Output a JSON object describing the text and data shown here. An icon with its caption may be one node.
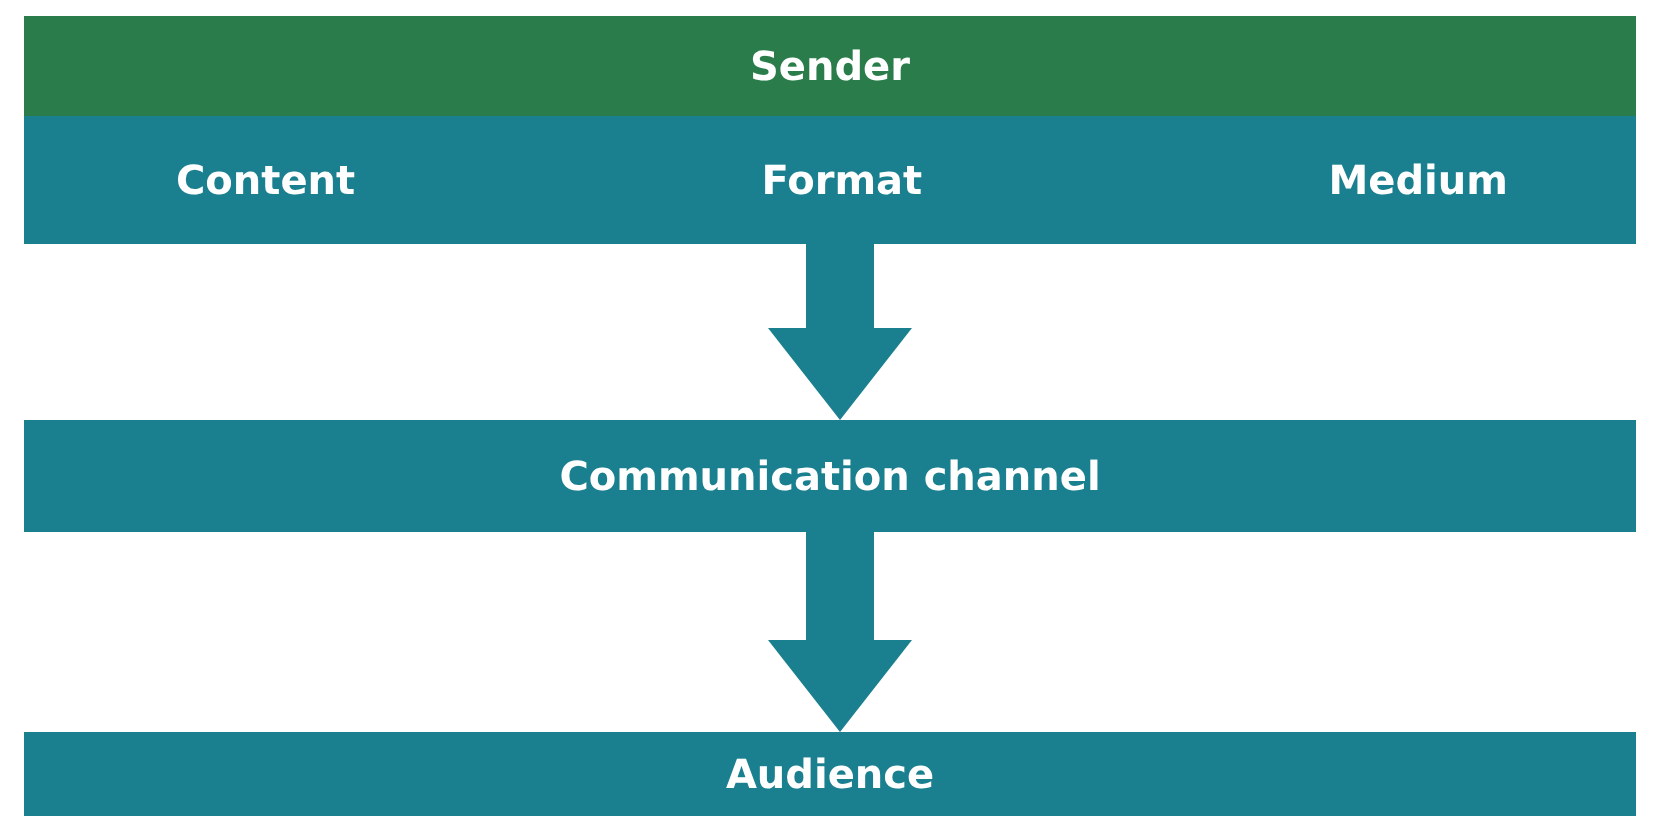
{
  "diagram": {
    "nodes": [
      {
        "text": [
          "Sender",
          "Content",
          "Format",
          "Medium"
        ]
      },
      {
        "text": [
          "Communication channel"
        ]
      },
      {
        "text": [
          "Audience"
        ]
      }
    ],
    "edges": [
      {
        "from": 0,
        "to": 1,
        "arrow": "to"
      },
      {
        "from": 1,
        "to": 2,
        "arrow": "to"
      }
    ]
  }
}
